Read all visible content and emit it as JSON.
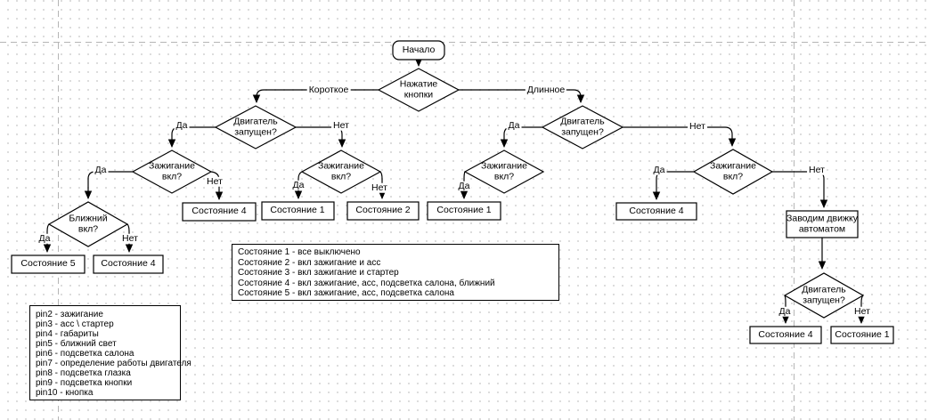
{
  "flowchart": {
    "nodes": {
      "start": "Начало",
      "press": "Нажатие кнопки",
      "engine_left": "Двигатель запущен?",
      "engine_right": "Двигатель запущен?",
      "engine_bottom": "Двигатель запущен?",
      "ignition_ll": "Зажигание вкл?",
      "ignition_lr": "Зажигание вкл?",
      "ignition_rl": "Зажигание вкл?",
      "ignition_rr": "Зажигание вкл?",
      "low_beam": "Ближний вкл?",
      "auto_start": "Заводим движку автоматом",
      "state5": "Состояние 5",
      "state4_a": "Состояние 4",
      "state4_b": "Состояние 4",
      "state4_c": "Состояние 4",
      "state4_d": "Состояние 4",
      "state1_a": "Состояние 1",
      "state1_b": "Состояние 1",
      "state1_c": "Состояние 1",
      "state2": "Состояние 2"
    },
    "edge_labels": {
      "short": "Короткое",
      "long": "Длинное",
      "yes": "Да",
      "no": "Нет"
    }
  },
  "legend": {
    "lines": [
      "Состояние 1 - все выключено",
      "Состояние 2 - вкл зажигание и асс",
      "Состояние 3 - вкл зажигание и стартер",
      "Состояние 4 - вкл зажигание, асс, подсветка салона, ближний",
      "Состояние 5 - вкл зажигание, асс, подсветка салона"
    ]
  },
  "pins": {
    "lines": [
      "pin2 - зажигание",
      "pin3 - асс \\ стартер",
      "pin4 - габариты",
      "pin5 - ближний свет",
      "pin6 - подсветка салона",
      "pin7 - определение работы двигателя",
      "pin8 - подсветка глазка",
      "pin9 - подсветка кнопки",
      "pin10 - кнопка"
    ]
  },
  "colors": {
    "stroke": "#000000",
    "fill": "#ffffff",
    "grid_dot": "#d4d4d4",
    "page_line": "#b5b5b5"
  }
}
